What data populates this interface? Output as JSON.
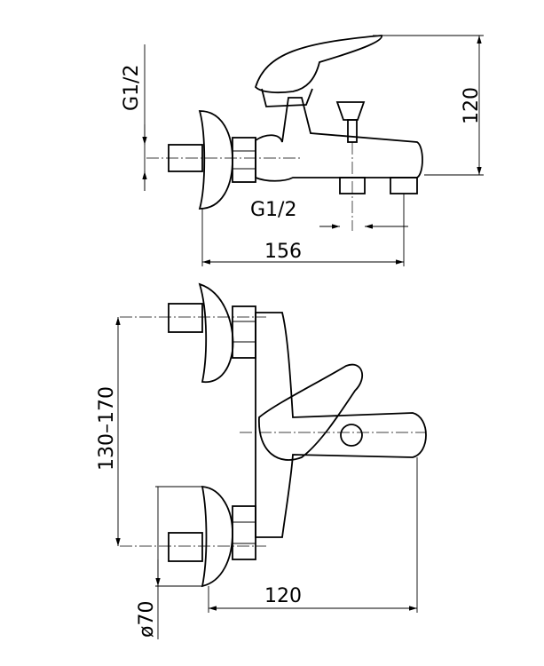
{
  "side_view": {
    "inlet_thread_label": "G1/2",
    "height_label": "120",
    "outlet_thread_label": "G1/2",
    "length_label": "156"
  },
  "top_view": {
    "spacing_label": "130–170",
    "projection_label": "120",
    "flange_diameter_label": "ø70"
  }
}
